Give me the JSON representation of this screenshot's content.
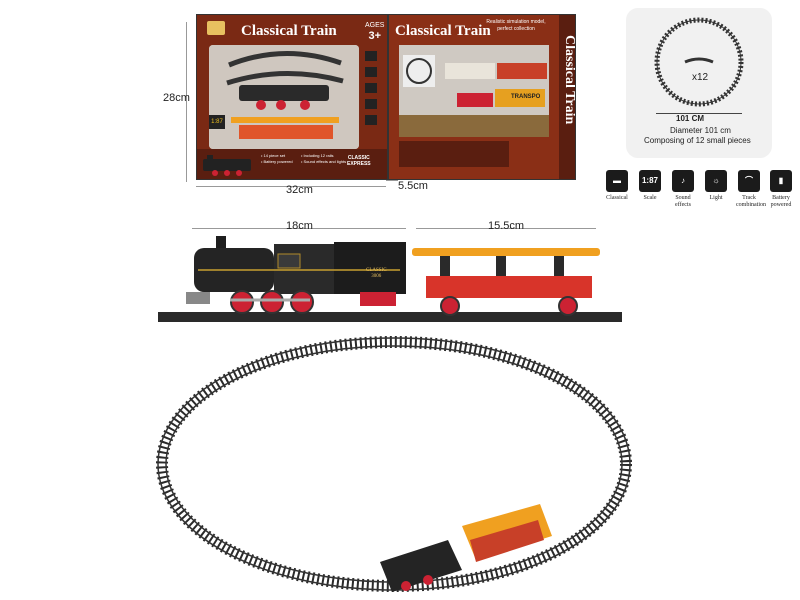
{
  "dimensions": {
    "box_height": "28cm",
    "box_width": "32cm",
    "box_depth": "5.5cm",
    "locomotive_length": "18cm",
    "carriage_length": "15.5cm"
  },
  "box": {
    "title_front": "Classical Train",
    "title_side": "Classical Train",
    "ages": "AGES",
    "age_value": "3+",
    "scale_badge": "1:87",
    "side_tagline_1": "Realistic simulation model,",
    "side_tagline_2": "perfect collection",
    "spine_title": "Classical Train",
    "bullet_1": "• 14 piece set",
    "bullet_2": "• Including 12 rails",
    "bullet_3": "• Battery powered",
    "bullet_4": "• Sound effects and lights",
    "emblem_1": "CLASSIC",
    "emblem_2": "EXPRESS",
    "side_wagon_label": "TRANSPO",
    "loco_plate_1": "CLASSIC",
    "loco_plate_2": "3006"
  },
  "track_info": {
    "multiplier": "x12",
    "diameter_big": "101 CM",
    "diameter_text": "Diameter 101 cm",
    "composition_text": "Composing of 12 small pieces"
  },
  "features": [
    {
      "icon": "train-icon",
      "label": "Classical"
    },
    {
      "icon": "scale-icon",
      "label": "Scale",
      "badge": "1:87"
    },
    {
      "icon": "sound-icon",
      "label": "Sound effects"
    },
    {
      "icon": "light-icon",
      "label": "Light"
    },
    {
      "icon": "track-icon",
      "label": "Track combination"
    },
    {
      "icon": "battery-icon",
      "label": "Battery powered"
    }
  ],
  "colors": {
    "box_red": "#7a2914",
    "carriage_orange": "#f0a020",
    "carriage_red": "#d8342a",
    "track_dark": "#2a2a2a"
  }
}
